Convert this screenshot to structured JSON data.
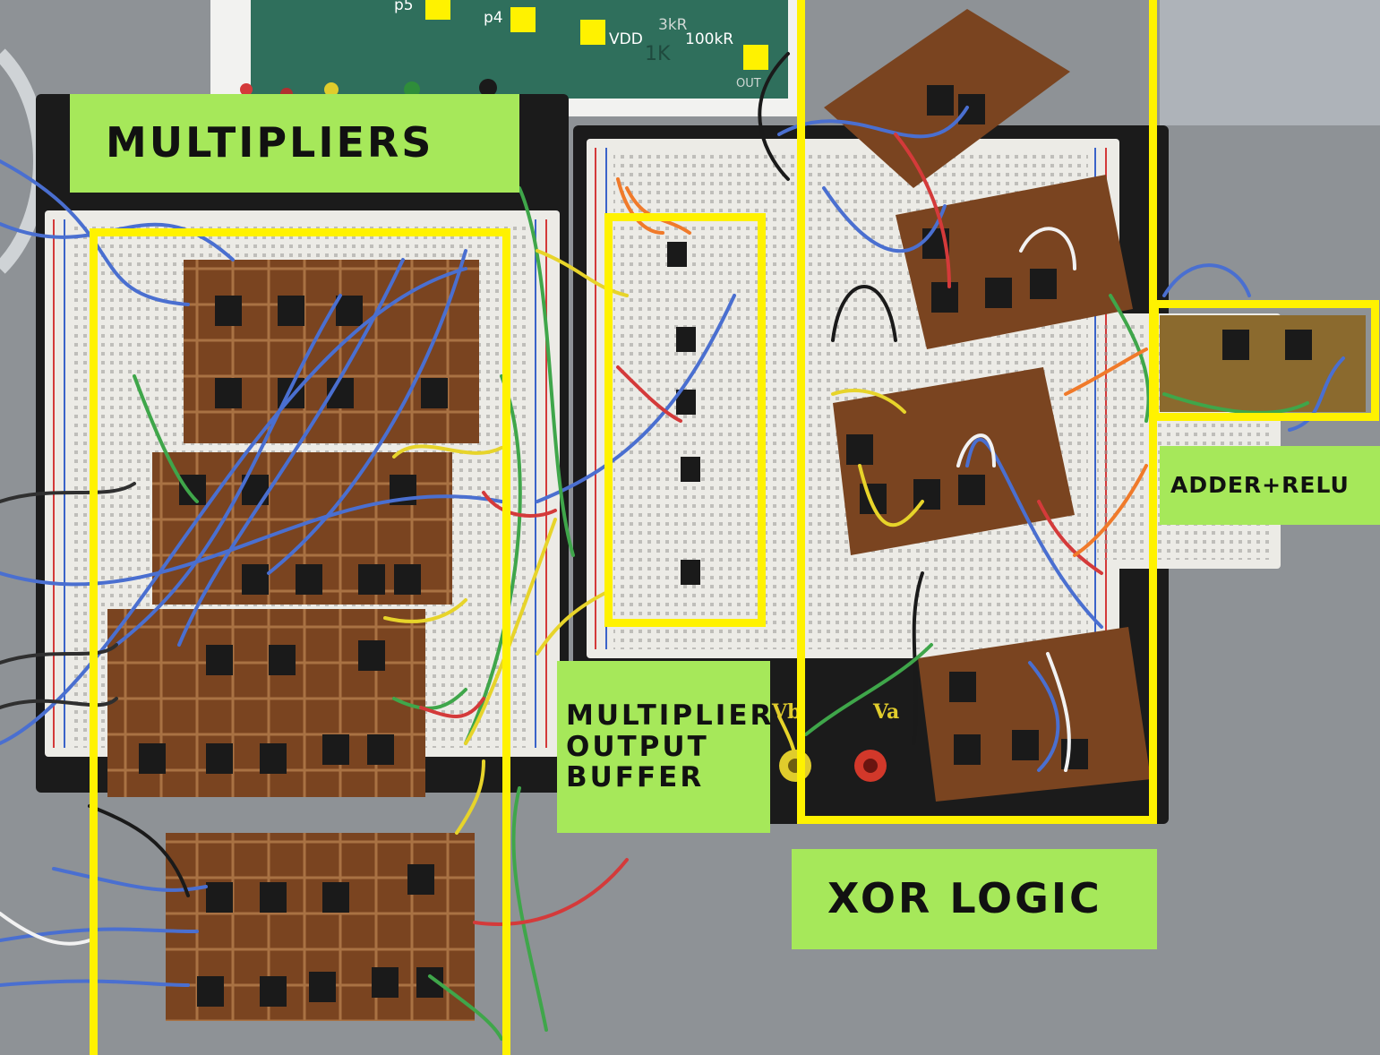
{
  "colors": {
    "annotation_label_bg": "#a6e85a",
    "annotation_box": "#fff200",
    "pcb": "#7a4420",
    "breadboard": "#ecebe6",
    "board_base": "#1b1b1b",
    "desk": "#8e9296"
  },
  "labels": {
    "multipliers": "MULTIPLIERS",
    "multiplier_output_buffer": [
      "MULTIPLIER",
      "OUTPUT",
      "BUFFER"
    ],
    "xor_logic": "XOR LOGIC",
    "adder_relu": "ADDER+RELU"
  },
  "paper_sheet": {
    "pads": [
      "p5",
      "p4",
      "VDD",
      "3kR",
      "100kR",
      "1K",
      "OUT"
    ]
  },
  "power_terminals": [
    "Vb",
    "Va"
  ]
}
